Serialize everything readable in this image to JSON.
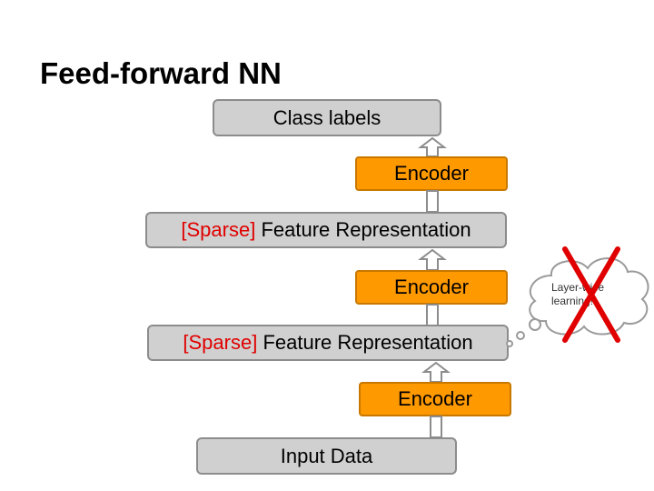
{
  "title": "Feed-forward NN",
  "layers": {
    "class_labels": "Class labels",
    "encoder_top": "Encoder",
    "feature_top": {
      "prefix": "[Sparse]",
      "text": " Feature Representation"
    },
    "encoder_mid": "Encoder",
    "feature_bottom": {
      "prefix": "[Sparse]",
      "text": " Feature Representation"
    },
    "encoder_bottom": "Encoder",
    "input": "Input Data"
  },
  "thought_bubble": {
    "line1": "Layer-wise",
    "line2": "learning!"
  },
  "colors": {
    "box_gray": "#d0d0d0",
    "encoder_orange": "#ff9900",
    "sparse_red": "#e00000",
    "cross_red": "#e00000"
  }
}
